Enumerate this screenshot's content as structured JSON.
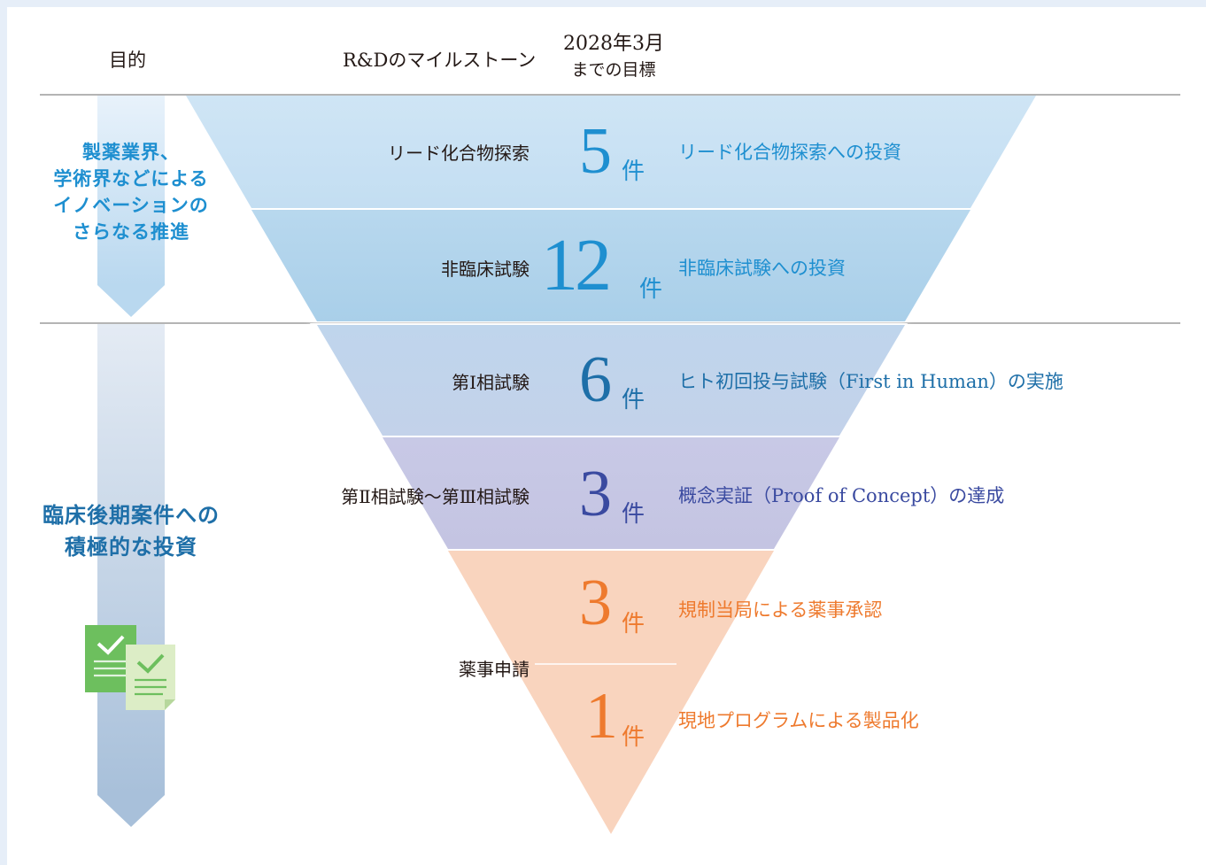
{
  "header": {
    "purpose": "目的",
    "milestone": "R&Dのマイルストーン",
    "target_line1": "2028年3月",
    "target_line2": "までの目標"
  },
  "purposes": [
    {
      "lines": [
        "製薬業界、",
        "学術界などによる",
        "イノベーションの",
        "さらなる推進"
      ]
    },
    {
      "lines": [
        "臨床後期案件への",
        "積極的な投資"
      ]
    }
  ],
  "stages": [
    {
      "milestone": "リード化合物探索",
      "count": "5",
      "unit": "件",
      "description": "リード化合物探索への投資",
      "color": "#1e8fd0"
    },
    {
      "milestone": "非臨床試験",
      "count": "12",
      "unit": "件",
      "description": "非臨床試験への投資",
      "color": "#1e8fd0"
    },
    {
      "milestone": "第I相試験",
      "count": "6",
      "unit": "件",
      "description": "ヒト初回投与試験（First in Human）の実施",
      "color": "#1e6fa8"
    },
    {
      "milestone": "第Ⅱ相試験〜第Ⅲ相試験",
      "count": "3",
      "unit": "件",
      "description": "概念実証（Proof of Concept）の達成",
      "color": "#3a4aa0"
    },
    {
      "milestone": "薬事申請",
      "count": "3",
      "unit": "件",
      "description": "規制当局による薬事承認",
      "color": "#ee7a2e"
    },
    {
      "milestone": "",
      "count": "1",
      "unit": "件",
      "description": "現地プログラムによる製品化",
      "color": "#ee7a2e"
    }
  ],
  "icons": {
    "documents": "document-check-icon"
  }
}
